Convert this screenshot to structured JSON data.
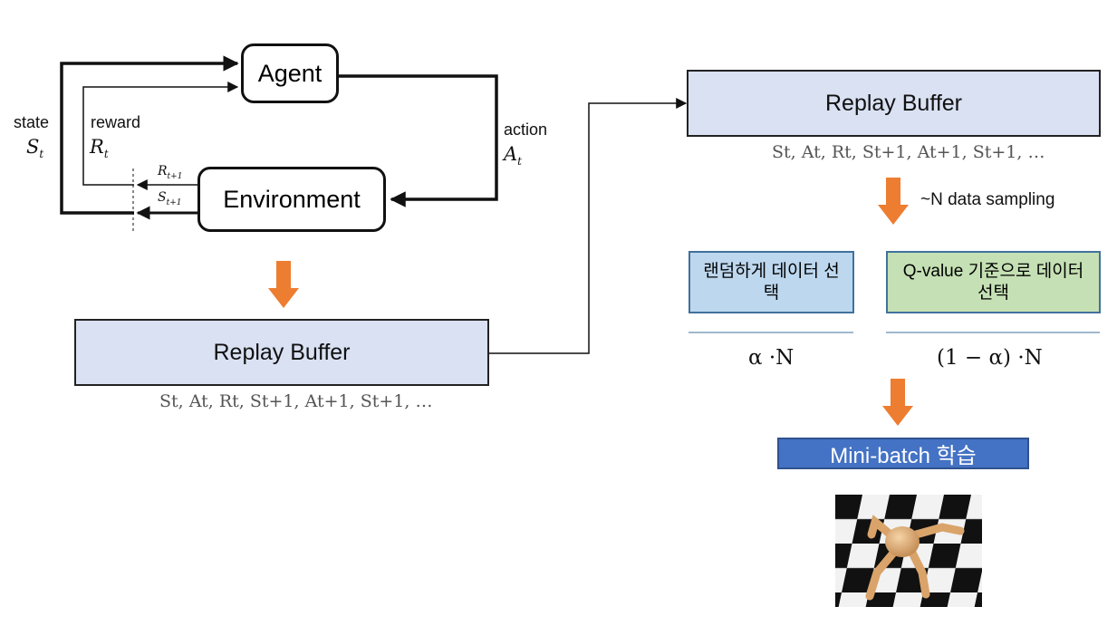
{
  "rl_loop": {
    "agent_label": "Agent",
    "environment_label": "Environment",
    "state_label": "state",
    "state_symbol": "S",
    "state_sub": "t",
    "reward_label": "reward",
    "reward_symbol": "R",
    "reward_sub": "t",
    "action_label": "action",
    "action_symbol": "A",
    "action_sub": "t",
    "next_reward_symbol": "R",
    "next_reward_sub": "t+1",
    "next_state_symbol": "S",
    "next_state_sub": "t+1"
  },
  "left_buffer": {
    "title": "Replay Buffer",
    "sequence": "St, At, Rt, St+1, At+1, St+1, …"
  },
  "right_buffer": {
    "title": "Replay Buffer",
    "sequence": "St, At, Rt, St+1, At+1, St+1, …"
  },
  "sampling_label": "~N data sampling",
  "random_choice": "랜덤하게 데이터 선택",
  "qvalue_choice": "Q-value 기준으로 데이터 선택",
  "random_ratio": "α ·N",
  "qvalue_ratio": "(1 − α) ·N",
  "minibatch_label": "Mini-batch 학습",
  "colors": {
    "buffer_fill": "#d9e1f2",
    "random_fill": "#bdd7ee",
    "qvalue_fill": "#c5e0b4",
    "minibatch_fill": "#4472c4",
    "arrow_orange": "#ed7d31"
  }
}
